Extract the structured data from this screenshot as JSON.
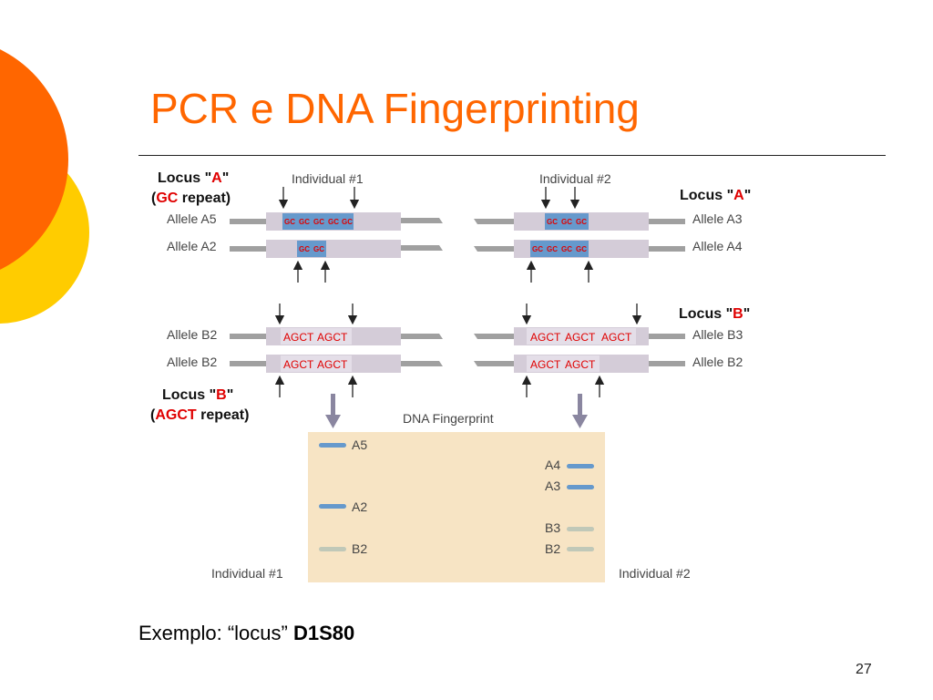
{
  "slide": {
    "title": "PCR e DNA Fingerprinting",
    "caption_prefix": "Exemplo: “locus” ",
    "caption_bold": "D1S80",
    "page_number": "27"
  },
  "diagram": {
    "individual_1": "Individual #1",
    "individual_2": "Individual #2",
    "locus_a_prefix": "Locus \"",
    "locus_a_letter": "A",
    "locus_suffix": "\"",
    "locus_a_note_prefix": "(",
    "locus_a_note_repeat": "GC",
    "locus_a_note_suffix": " repeat)",
    "locus_b_prefix": "Locus \"",
    "locus_b_letter": "B",
    "locus_b_note_prefix": "(",
    "locus_b_note_repeat": "AGCT",
    "locus_b_note_suffix": " repeat)",
    "alleles": {
      "a5": "Allele A5",
      "a2": "Allele A2",
      "a3": "Allele A3",
      "a4": "Allele A4",
      "b2": "Allele B2",
      "b3": "Allele B3"
    },
    "gc_unit": "GC",
    "agct_unit": "AGCT",
    "fingerprint": {
      "title": "DNA Fingerprint",
      "bands_left": [
        "A5",
        "A2",
        "B2"
      ],
      "bands_right": [
        "A4",
        "A3",
        "B3",
        "B2"
      ],
      "label_left": "Individual #1",
      "label_right": "Individual #2"
    }
  },
  "colors": {
    "title": "#ff6600",
    "highlight": "#e00000",
    "repeat_box": "#6699cc",
    "strand": "#d4ccd8",
    "fingerprint_bg": "#f7e4c4",
    "band_blue": "#6699cc",
    "band_gray": "#c0c8b8",
    "decor_orange": "#ff6600",
    "decor_yellow": "#ffcc00"
  }
}
